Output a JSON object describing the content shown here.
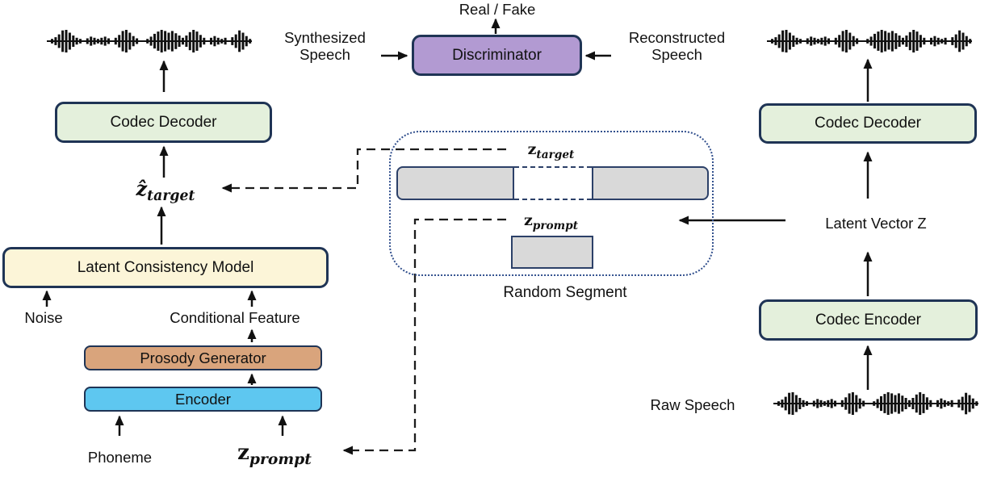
{
  "boxes": {
    "codec_decoder_left": "Codec Decoder",
    "latent_consistency_model": "Latent Consistency Model",
    "prosody_generator": "Prosody Generator",
    "encoder": "Encoder",
    "discriminator": "Discriminator",
    "codec_decoder_right": "Codec Decoder",
    "codec_encoder": "Codec Encoder"
  },
  "labels": {
    "real_fake": "Real / Fake",
    "synthesized_speech_line1": "Synthesized",
    "synthesized_speech_line2": "Speech",
    "reconstructed_speech_line1": "Reconstructed",
    "reconstructed_speech_line2": "Speech",
    "noise": "Noise",
    "conditional_feature": "Conditional Feature",
    "phoneme": "Phoneme",
    "random_segment": "Random Segment",
    "latent_vector_z": "Latent Vector Z",
    "raw_speech": "Raw Speech"
  },
  "math": {
    "z_target_hat": {
      "base": "ẑ",
      "sub": "target"
    },
    "z_target": {
      "base": "z",
      "sub": "target"
    },
    "z_prompt_segment": {
      "base": "z",
      "sub": "prompt"
    },
    "z_prompt_input": {
      "base": "z",
      "sub": "prompt"
    }
  },
  "colors": {
    "box_border": "#1f3455",
    "codec_fill": "#e4f0dc",
    "lcm_fill": "#fcf5d8",
    "discriminator_fill": "#b29ad2",
    "prosody_fill": "#d9a47c",
    "encoder_fill": "#5ec7f0",
    "segment_fill": "#d9d9d9",
    "segment_border": "#2c4068",
    "dotted_border": "#33518e",
    "text": "#111111"
  }
}
